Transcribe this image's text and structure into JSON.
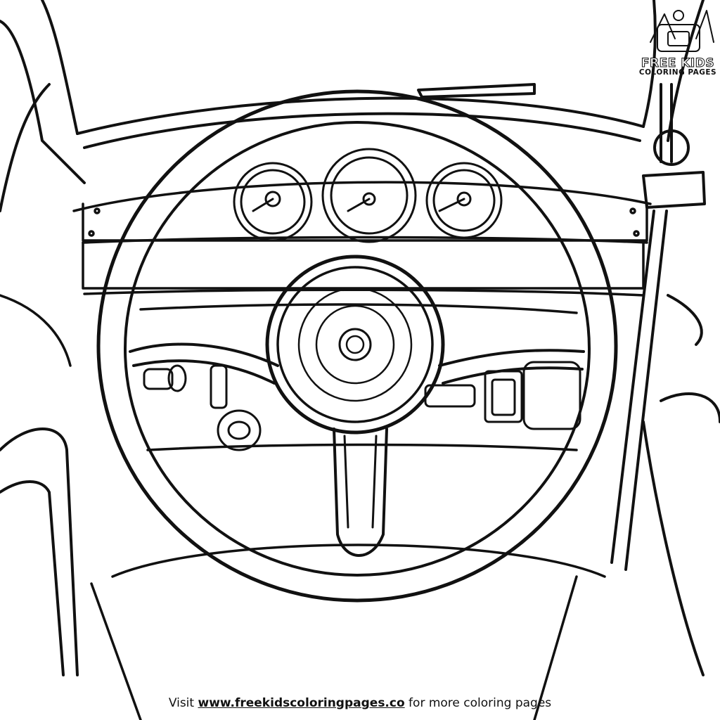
{
  "logo": {
    "line1": "FREE KIDS",
    "line2": "COLORING PAGES"
  },
  "footer": {
    "prefix": "Visit ",
    "url": "www.freekidscoloringpages.co",
    "suffix": " for more coloring pages"
  },
  "colors": {
    "ink": "#111111",
    "paper": "#ffffff"
  },
  "icons": [
    "steering-wheel-icon",
    "gauge-icon",
    "logo-badge-icon"
  ]
}
